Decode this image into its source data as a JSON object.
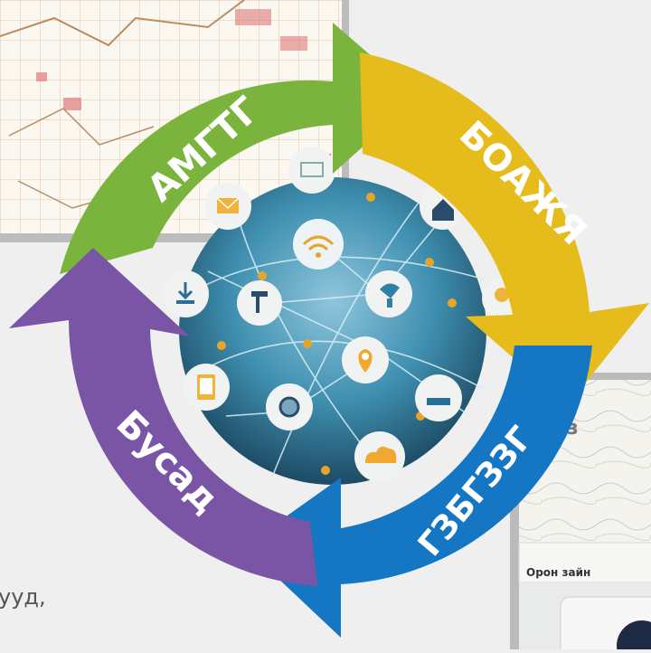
{
  "cycle": {
    "segments": [
      {
        "label": "АМГТГ",
        "color": "#7ab43c"
      },
      {
        "label": "БОАЖЯ",
        "color": "#e6bc1d"
      },
      {
        "label": "ГЗБГЗЗГ",
        "color": "#1577c4"
      },
      {
        "label": "Бусад",
        "color": "#7a55a5"
      }
    ]
  },
  "right_panel": {
    "title_fragment": "Газ",
    "subtitle_fragment": "Орон зайн"
  },
  "bottom_left_fragment": "ууд,",
  "network_icons": [
    "house-icon",
    "envelope-icon",
    "download-icon",
    "satellite-dish-icon",
    "location-pin-icon",
    "watch-icon",
    "tablet-icon",
    "cloud-icon",
    "wifi-icon",
    "monitor-icon",
    "lightbulb-icon",
    "satellite-icon",
    "router-icon"
  ]
}
